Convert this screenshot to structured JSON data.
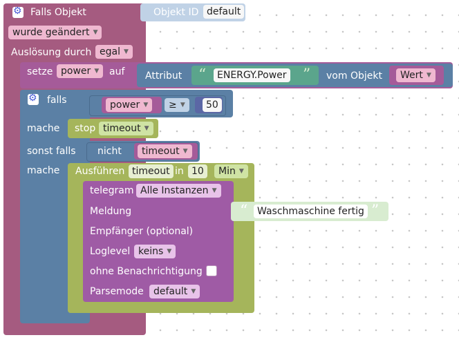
{
  "event_block": {
    "title": "Falls Objekt",
    "object_id_label": "Objekt ID",
    "object_id_value": "default",
    "changed_dropdown": "wurde geändert",
    "trigger_label": "Auslösung durch",
    "trigger_dropdown": "egal"
  },
  "set_block": {
    "label": "setze",
    "variable": "power",
    "suffix": "auf",
    "attribute_label": "Attribut",
    "attribute_text": "ENERGY.Power",
    "from_object_label": "vom Objekt",
    "from_object_dropdown": "Wert"
  },
  "if_block": {
    "if_label": "falls",
    "compare_variable": "power",
    "operator": "≥",
    "compare_value": "50",
    "do_label": "mache",
    "stop_label": "stop",
    "stop_variable": "timeout",
    "elseif_label": "sonst falls",
    "not_label": "nicht",
    "not_variable": "timeout",
    "do2_label": "mache"
  },
  "timeout_block": {
    "label": "Ausführen",
    "variable": "timeout",
    "in_label": "in",
    "delay": "10",
    "unit": "Min"
  },
  "telegram_block": {
    "label": "telegram",
    "instance": "Alle Instanzen",
    "message_label": "Meldung",
    "message_text": "Waschmaschine fertig",
    "recipient_label": "Empfänger (optional)",
    "loglevel_label": "Loglevel",
    "loglevel_value": "keins",
    "silent_label": "ohne Benachrichtigung",
    "parsemode_label": "Parsemode",
    "parsemode_value": "default"
  },
  "colors": {
    "event": "#a55b80",
    "logic": "#5b80a5",
    "variable": "#a55b99",
    "text": "#5ba58c",
    "action": "#a5b55b",
    "telegram": "#9f5ba5",
    "ghost": "#c0d2e6"
  }
}
